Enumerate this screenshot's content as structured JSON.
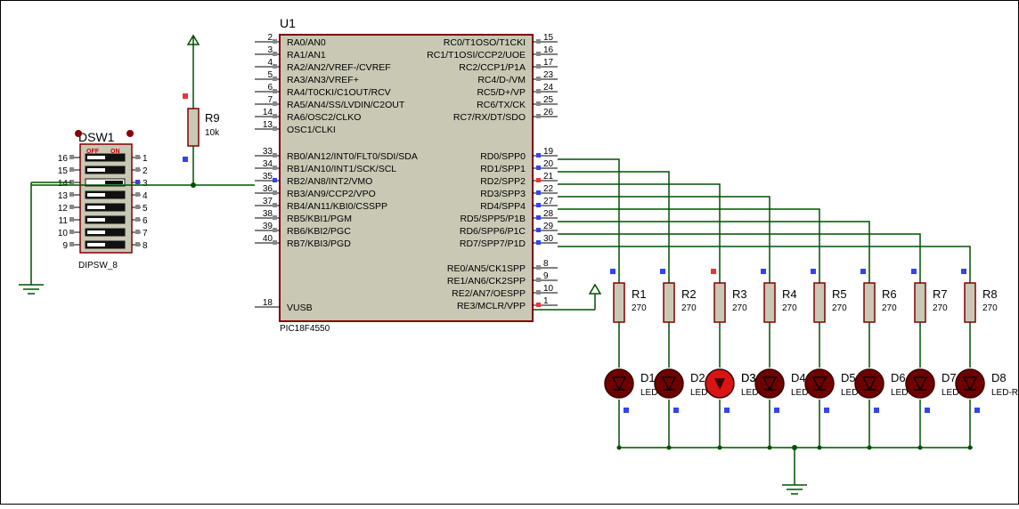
{
  "mcu": {
    "ref": "U1",
    "part": "PIC18F4550",
    "left_pins": [
      {
        "num": "2",
        "label": "RA0/AN0"
      },
      {
        "num": "3",
        "label": "RA1/AN1"
      },
      {
        "num": "4",
        "label": "RA2/AN2/VREF-/CVREF"
      },
      {
        "num": "5",
        "label": "RA3/AN3/VREF+"
      },
      {
        "num": "6",
        "label": "RA4/T0CKI/C1OUT/RCV"
      },
      {
        "num": "7",
        "label": "RA5/AN4/SS/LVDIN/C2OUT"
      },
      {
        "num": "14",
        "label": "RA6/OSC2/CLKO"
      },
      {
        "num": "13",
        "label": "OSC1/CLKI"
      },
      {
        "num": "33",
        "label": "RB0/AN12/INT0/FLT0/SDI/SDA"
      },
      {
        "num": "34",
        "label": "RB1/AN10/INT1/SCK/SCL"
      },
      {
        "num": "35",
        "label": "RB2/AN8/INT2/VMO"
      },
      {
        "num": "36",
        "label": "RB3/AN9/CCP2/VPO"
      },
      {
        "num": "37",
        "label": "RB4/AN11/KBI0/CSSPP"
      },
      {
        "num": "38",
        "label": "RB5/KBI1/PGM"
      },
      {
        "num": "39",
        "label": "RB6/KBI2/PGC"
      },
      {
        "num": "40",
        "label": "RB7/KBI3/PGD"
      },
      {
        "num": "18",
        "label": "VUSB"
      }
    ],
    "right_pins": [
      {
        "num": "15",
        "label": "RC0/T1OSO/T1CKI"
      },
      {
        "num": "16",
        "label": "RC1/T1OSI/CCP2/UOE"
      },
      {
        "num": "17",
        "label": "RC2/CCP1/P1A"
      },
      {
        "num": "23",
        "label": "RC4/D-/VM"
      },
      {
        "num": "24",
        "label": "RC5/D+/VP"
      },
      {
        "num": "25",
        "label": "RC6/TX/CK"
      },
      {
        "num": "26",
        "label": "RC7/RX/DT/SDO"
      },
      {
        "num": "19",
        "label": "RD0/SPP0"
      },
      {
        "num": "20",
        "label": "RD1/SPP1"
      },
      {
        "num": "21",
        "label": "RD2/SPP2"
      },
      {
        "num": "22",
        "label": "RD3/SPP3"
      },
      {
        "num": "27",
        "label": "RD4/SPP4"
      },
      {
        "num": "28",
        "label": "RD5/SPP5/P1B"
      },
      {
        "num": "29",
        "label": "RD6/SPP6/P1C"
      },
      {
        "num": "30",
        "label": "RD7/SPP7/P1D"
      },
      {
        "num": "8",
        "label": "RE0/AN5/CK1SPP"
      },
      {
        "num": "9",
        "label": "RE1/AN6/CK2SPP"
      },
      {
        "num": "10",
        "label": "RE2/AN7/OESPP"
      },
      {
        "num": "1",
        "label": "RE3/MCLR/VPP"
      }
    ]
  },
  "dipswitch": {
    "ref": "DSW1",
    "part": "DIPSW_8",
    "off_label": "OFF",
    "on_label": "ON",
    "left_pins": [
      "16",
      "15",
      "14",
      "13",
      "12",
      "11",
      "10",
      "9"
    ],
    "right_pins": [
      "1",
      "2",
      "3",
      "4",
      "5",
      "6",
      "7",
      "8"
    ],
    "on_positions": [
      3
    ]
  },
  "pullup": {
    "ref": "R9",
    "value": "10k"
  },
  "resistors": [
    {
      "ref": "R1",
      "value": "270"
    },
    {
      "ref": "R2",
      "value": "270"
    },
    {
      "ref": "R3",
      "value": "270"
    },
    {
      "ref": "R4",
      "value": "270"
    },
    {
      "ref": "R5",
      "value": "270"
    },
    {
      "ref": "R6",
      "value": "270"
    },
    {
      "ref": "R7",
      "value": "270"
    },
    {
      "ref": "R8",
      "value": "270"
    }
  ],
  "leds": [
    {
      "ref": "D1",
      "type": "LED-RED",
      "lit": false
    },
    {
      "ref": "D2",
      "type": "LED-RED",
      "lit": false
    },
    {
      "ref": "D3",
      "type": "LED-RED",
      "lit": true
    },
    {
      "ref": "D3",
      "type": "LED-RED",
      "lit": false
    },
    {
      "ref": "D4",
      "type": "LED-RED",
      "lit": false
    },
    {
      "ref": "D5",
      "type": "LED-RED",
      "lit": false
    },
    {
      "ref": "D6",
      "type": "LED-RED",
      "lit": false
    },
    {
      "ref": "D7",
      "type": "LED-RED",
      "lit": false
    },
    {
      "ref": "D8",
      "type": "LED-RED",
      "lit": false
    }
  ],
  "pin_states": {
    "high_color": "#ee3333",
    "low_color": "#3344ee",
    "float_color": "#888888",
    "rd_levels": [
      "low",
      "low",
      "high",
      "low",
      "low",
      "low",
      "low",
      "low"
    ],
    "rb2_level": "low",
    "mclr_level": "high"
  },
  "colors": {
    "wire": "#005000",
    "component": "#800000",
    "chip_fill": "#c8c8b4",
    "led_off": "#6e0000",
    "led_on": "#d81414"
  }
}
